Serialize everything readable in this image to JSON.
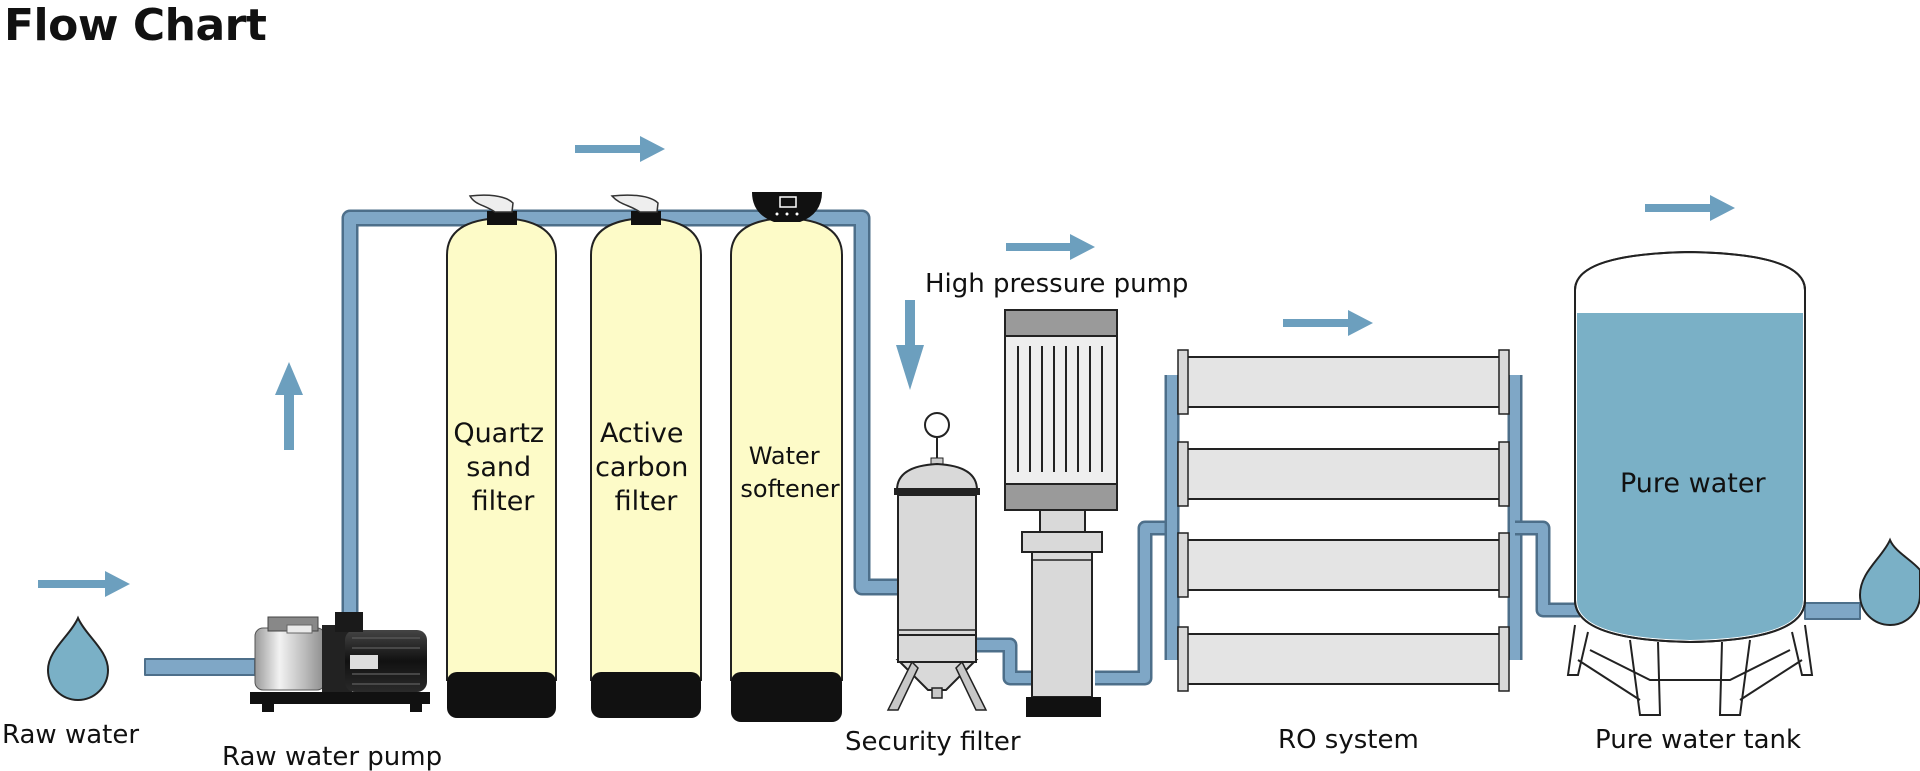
{
  "title": "Flow Chart",
  "colors": {
    "pipe": "#7fa7c6",
    "pipe_dark": "#5b86a8",
    "tank_fill": "#fdfbc8",
    "water": "#7ab0c6",
    "arrow": "#6c9fbe",
    "metal": "#d9d9d9",
    "black": "#111111"
  },
  "components": {
    "raw_water": {
      "label": "Raw water",
      "icon": "water-drop-icon"
    },
    "raw_water_pump": {
      "label": "Raw water pump",
      "icon": "centrifugal-pump-icon"
    },
    "quartz_sand_filter": {
      "lines": [
        "Quartz",
        "sand",
        "filter"
      ]
    },
    "active_carbon_filter": {
      "lines": [
        "Active",
        "carbon",
        "filter"
      ]
    },
    "water_softener": {
      "lines": [
        "Water",
        "softener"
      ]
    },
    "security_filter": {
      "label": "Security filter"
    },
    "high_pressure_pump": {
      "label": "High pressure pump"
    },
    "ro_system": {
      "label": "RO system"
    },
    "pure_water_tank": {
      "label": "Pure water tank",
      "inner_label": "Pure water"
    },
    "outlet": {
      "icon": "water-drop-icon"
    }
  }
}
